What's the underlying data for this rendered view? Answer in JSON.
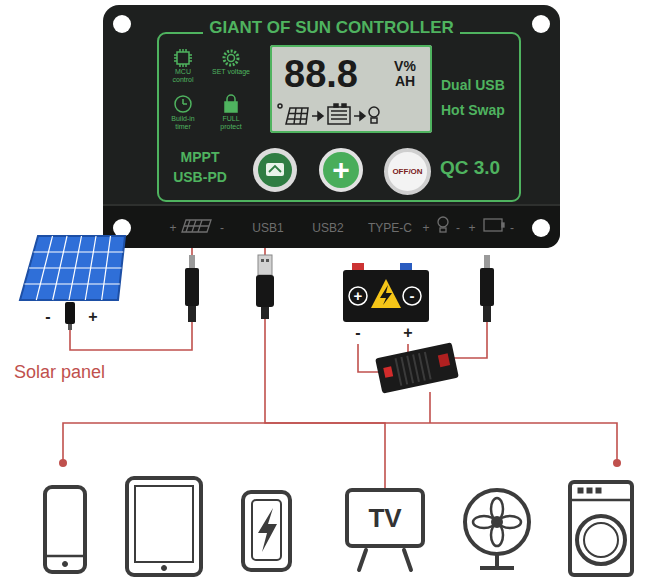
{
  "diagram": {
    "nodes": [
      {
        "text": [
          "GIANT OF SUN CONTROLLER"
        ]
      },
      {
        "text": [
          "88.8",
          "V% AH"
        ],
        "in": 0
      },
      {
        "text": [
          "+"
        ],
        "in": 0
      },
      {
        "text": [
          "OFF/ON"
        ],
        "in": 0
      },
      {
        "text": [
          "Solar panel"
        ]
      },
      {
        "text": [
          "TV"
        ]
      }
    ],
    "edges": [
      {
        "from": 4,
        "to": 0,
        "arrow": "none"
      },
      {
        "from": 0,
        "to": 5,
        "arrow": "none"
      }
    ],
    "labels": [
      "MCU control",
      "SET voltage",
      "Build-in timer",
      "FULL protect",
      "MPPT",
      "USB-PD",
      "Dual USB",
      "Hot Swap",
      "QC 3.0",
      "+",
      "-",
      "USB1",
      "USB2",
      "TYPE-C",
      "+",
      "-",
      "+",
      "-",
      "-",
      "+",
      "+",
      "-",
      "-",
      "+"
    ]
  }
}
